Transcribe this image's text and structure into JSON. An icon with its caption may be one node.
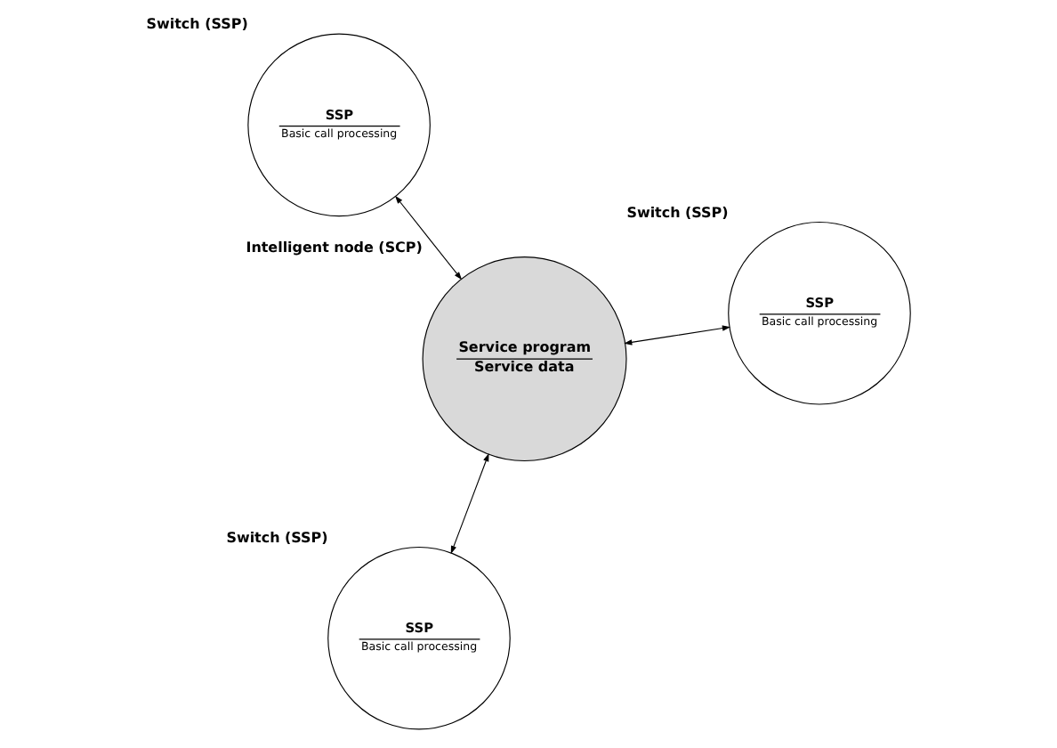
{
  "diagram": {
    "nodes": [
      {
        "text": [
          "Service program",
          "Service data"
        ],
        "beside": [
          "Intelligent node (SCP)"
        ]
      },
      {
        "text": [
          "SSP",
          "Basic call processing"
        ],
        "beside": [
          "Switch (SSP)"
        ]
      },
      {
        "text": [
          "SSP",
          "Basic call processing"
        ],
        "beside": [
          "Switch (SSP)"
        ]
      },
      {
        "text": [
          "SSP",
          "Basic call processing"
        ],
        "beside": [
          "Switch (SSP)"
        ]
      }
    ],
    "edges": [
      {
        "from": 1,
        "to": 0,
        "arrow": "both"
      },
      {
        "from": 2,
        "to": 0,
        "arrow": "both"
      },
      {
        "from": 3,
        "to": 0,
        "arrow": "both"
      }
    ]
  }
}
